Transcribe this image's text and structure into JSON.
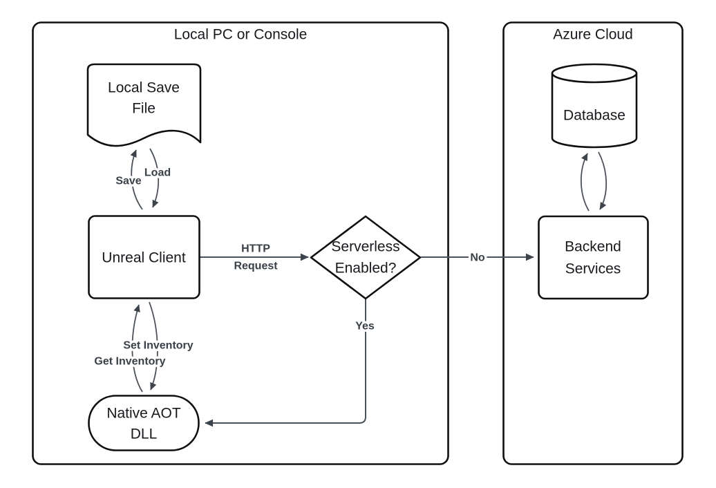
{
  "containers": {
    "local_pc": {
      "title": "Local PC or Console"
    },
    "azure": {
      "title": "Azure Cloud"
    }
  },
  "nodes": {
    "local_save_file": {
      "lines": [
        "Local Save",
        "File"
      ],
      "shape": "document"
    },
    "unreal_client": {
      "label": "Unreal Client",
      "shape": "rounded-rectangle"
    },
    "serverless_enabled": {
      "lines": [
        "Serverless",
        "Enabled?"
      ],
      "shape": "decision-diamond"
    },
    "native_aot_dll": {
      "lines": [
        "Native AOT",
        "DLL"
      ],
      "shape": "stadium"
    },
    "database": {
      "label": "Database",
      "shape": "cylinder"
    },
    "backend_services": {
      "lines": [
        "Backend",
        "Services"
      ],
      "shape": "rounded-rectangle"
    }
  },
  "edges": {
    "save": {
      "label": "Save",
      "from": "unreal_client",
      "to": "local_save_file"
    },
    "load": {
      "label": "Load",
      "from": "local_save_file",
      "to": "unreal_client"
    },
    "http_request": {
      "lines": [
        "HTTP",
        "Request"
      ],
      "from": "unreal_client",
      "to": "serverless_enabled"
    },
    "no": {
      "label": "No",
      "from": "serverless_enabled",
      "to": "backend_services"
    },
    "yes": {
      "label": "Yes",
      "from": "serverless_enabled",
      "to": "native_aot_dll"
    },
    "set_inventory": {
      "label": "Set Inventory",
      "from": "unreal_client",
      "to": "native_aot_dll"
    },
    "get_inventory": {
      "label": "Get Inventory",
      "from": "native_aot_dll",
      "to": "unreal_client"
    },
    "backend_to_database": {
      "label": "",
      "from": "backend_services",
      "to": "database"
    },
    "database_to_backend": {
      "label": "",
      "from": "database",
      "to": "backend_services"
    }
  },
  "colors": {
    "background": "#ffffff",
    "node_border": "#0e0f11",
    "node_text": "#17191d",
    "connector": "#4b5158",
    "arrowhead": "#3d434b",
    "edge_label": "#3a4047"
  }
}
